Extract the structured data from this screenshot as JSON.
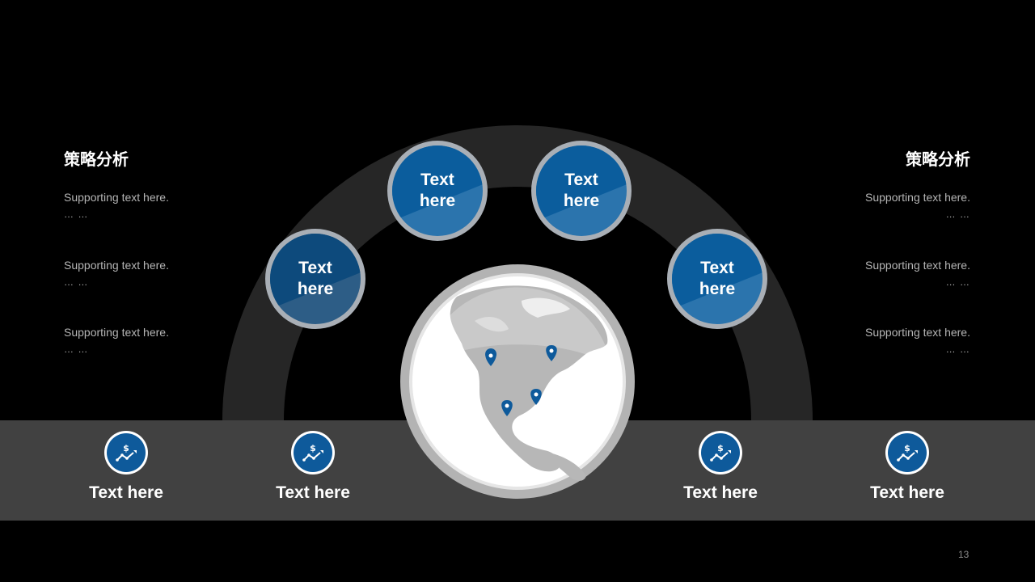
{
  "left_panel": {
    "heading": "策略分析",
    "items": [
      {
        "text": "Supporting text here.",
        "ellipsis": "… …"
      },
      {
        "text": "Supporting text here.",
        "ellipsis": "… …"
      },
      {
        "text": "Supporting text here.",
        "ellipsis": "… …"
      }
    ]
  },
  "right_panel": {
    "heading": "策略分析",
    "items": [
      {
        "text": "Supporting text here.",
        "ellipsis": "… …"
      },
      {
        "text": "Supporting text here.",
        "ellipsis": "… …"
      },
      {
        "text": "Supporting text here.",
        "ellipsis": "… …"
      }
    ]
  },
  "bubbles": [
    {
      "line1": "Text",
      "line2": "here"
    },
    {
      "line1": "Text",
      "line2": "here"
    },
    {
      "line1": "Text",
      "line2": "here"
    },
    {
      "line1": "Text",
      "line2": "here"
    }
  ],
  "band_items": [
    {
      "label": "Text here",
      "icon": "dollar-trend-icon"
    },
    {
      "label": "Text here",
      "icon": "dollar-trend-icon"
    },
    {
      "label": "Text here",
      "icon": "dollar-trend-icon"
    },
    {
      "label": "Text here",
      "icon": "dollar-trend-icon"
    }
  ],
  "globe": {
    "icon": "globe-north-america-icon",
    "pins": 4
  },
  "page_number": "13",
  "colors": {
    "background": "#000000",
    "accent_blue": "#0b5d9d",
    "band": "#414141",
    "arc": "#262626",
    "support_text": "#b5b5b5"
  }
}
